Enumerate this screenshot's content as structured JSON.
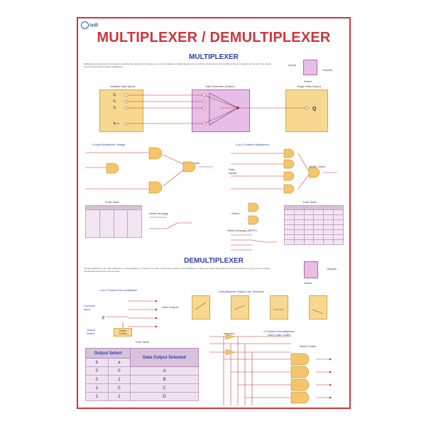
{
  "logo": {
    "text": "ivdi"
  },
  "title": "MULTIPLEXER / DEMULTIPLEXER",
  "mux": {
    "heading": "MULTIPLEXER",
    "intro": "Multiplexing is the generic term used to describe the operation of sending one or more analogue or digital signals over a common transmission line at different times or speeds and as such, the device used to do just that is called a Multiplexer.",
    "block_inputs_label": "Inputs",
    "block_outputs_label": "Outputs",
    "block_select_label": "Select",
    "multiple_inputs": "Multiple Data Inputs",
    "data_selection": "Data Selection (Switch)",
    "single_output": "Single Data Output",
    "inputs": [
      "I₀",
      "I₁",
      "I₂",
      "Iₙ₋₁"
    ],
    "output": "Q",
    "two_input_design": "2-input Multiplexer Design",
    "nand_gates": "NAND Gates",
    "four_to_one": "4-to-1 Channel Multiplexer",
    "truth_table": "Truth Table",
    "switch_analogy": "Switch Analogy",
    "switch_analogy_mpst": "Switch Analogy (MPST)",
    "data_inputs": "Data Inputs",
    "select": "Select",
    "nand_gates2": "NAND Gates"
  },
  "demux": {
    "heading": "DEMULTIPLEXER",
    "intro": "The Demultiplexer is the data distributor or a Demultiplexer or \"Demux\" for short, is the exact opposite of the Multiplexer. It takes one single input data line and then switches it to any one of a number of individual output lines one at a time.",
    "outputs_label": "Outputs",
    "select_label": "Select",
    "one_to_four": "1-to-4 Channel De-multiplexer",
    "common_input": "Common Input",
    "data_outputs": "Data Outputs",
    "output_select": "Output Select",
    "switch_control": "Switch Control",
    "line_selection": "Demultiplexer Output Line Selection",
    "channel_logic": "4 Channel Demultiplexer using Logic Gates",
    "inverters": "Inverters",
    "nand_gates": "NAND Gates",
    "input_f": "F",
    "truth_table_title": "Truth Table",
    "truth_table": {
      "header_select": "Output Select",
      "header_output": "Data Output Selected",
      "sub_b": "b",
      "sub_a": "a",
      "rows": [
        [
          "0",
          "0",
          "A"
        ],
        [
          "0",
          "1",
          "B"
        ],
        [
          "1",
          "0",
          "C"
        ],
        [
          "1",
          "1",
          "D"
        ]
      ]
    }
  },
  "colors": {
    "accent": "#d0343c",
    "heading": "#2f3fa8",
    "gate": "#f5c669",
    "panel": "#e8bde6"
  }
}
